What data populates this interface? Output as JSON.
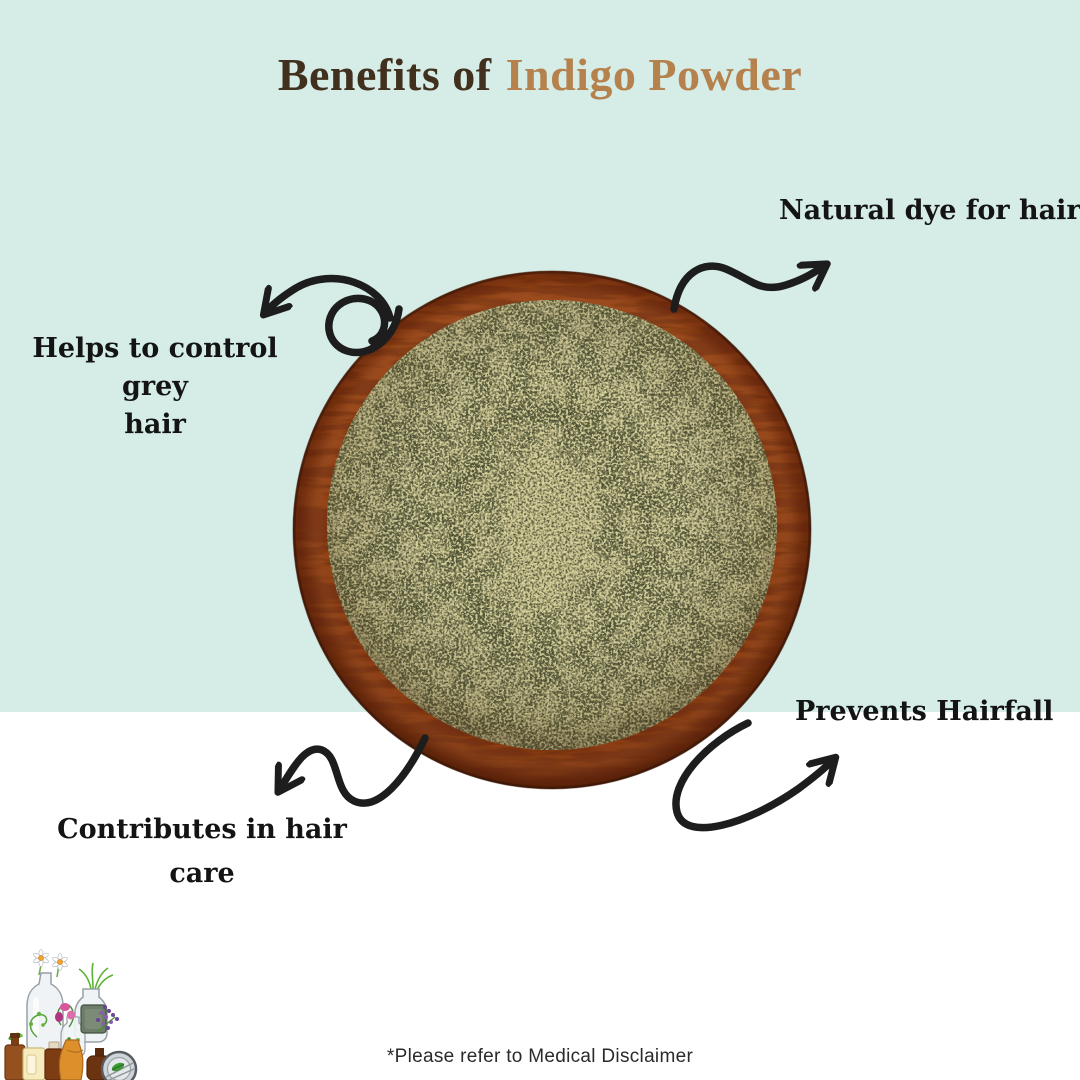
{
  "title": {
    "prefix": "Benefits of",
    "product": "Indigo Powder"
  },
  "benefits": {
    "top_right": {
      "label": "Natural dye for hair"
    },
    "left": {
      "label": "Helps to control grey hair",
      "lines": [
        "Helps to control grey",
        "hair"
      ]
    },
    "bottom_right": {
      "label": "Prevents Hairfall"
    },
    "bottom_left": {
      "label": "Contributes in hair care",
      "lines": [
        "Contributes in hair",
        "care"
      ]
    }
  },
  "footer": {
    "disclaimer": "*Please refer to Medical Disclaimer"
  },
  "image": {
    "alt": "Wooden bowl filled with green indigo powder, viewed from above"
  },
  "logo": {
    "alt": "Herbal apothecary bottles with flowers logo"
  },
  "colors": {
    "background_top": "#d5ece7",
    "background_bottom": "#ffffff",
    "title_prefix": "#42301e",
    "title_product": "#b5824e",
    "label_text": "#141414",
    "arrow": "#1d1d1d",
    "bowl_wood": "#96451a",
    "powder": "#b2ad7e"
  }
}
